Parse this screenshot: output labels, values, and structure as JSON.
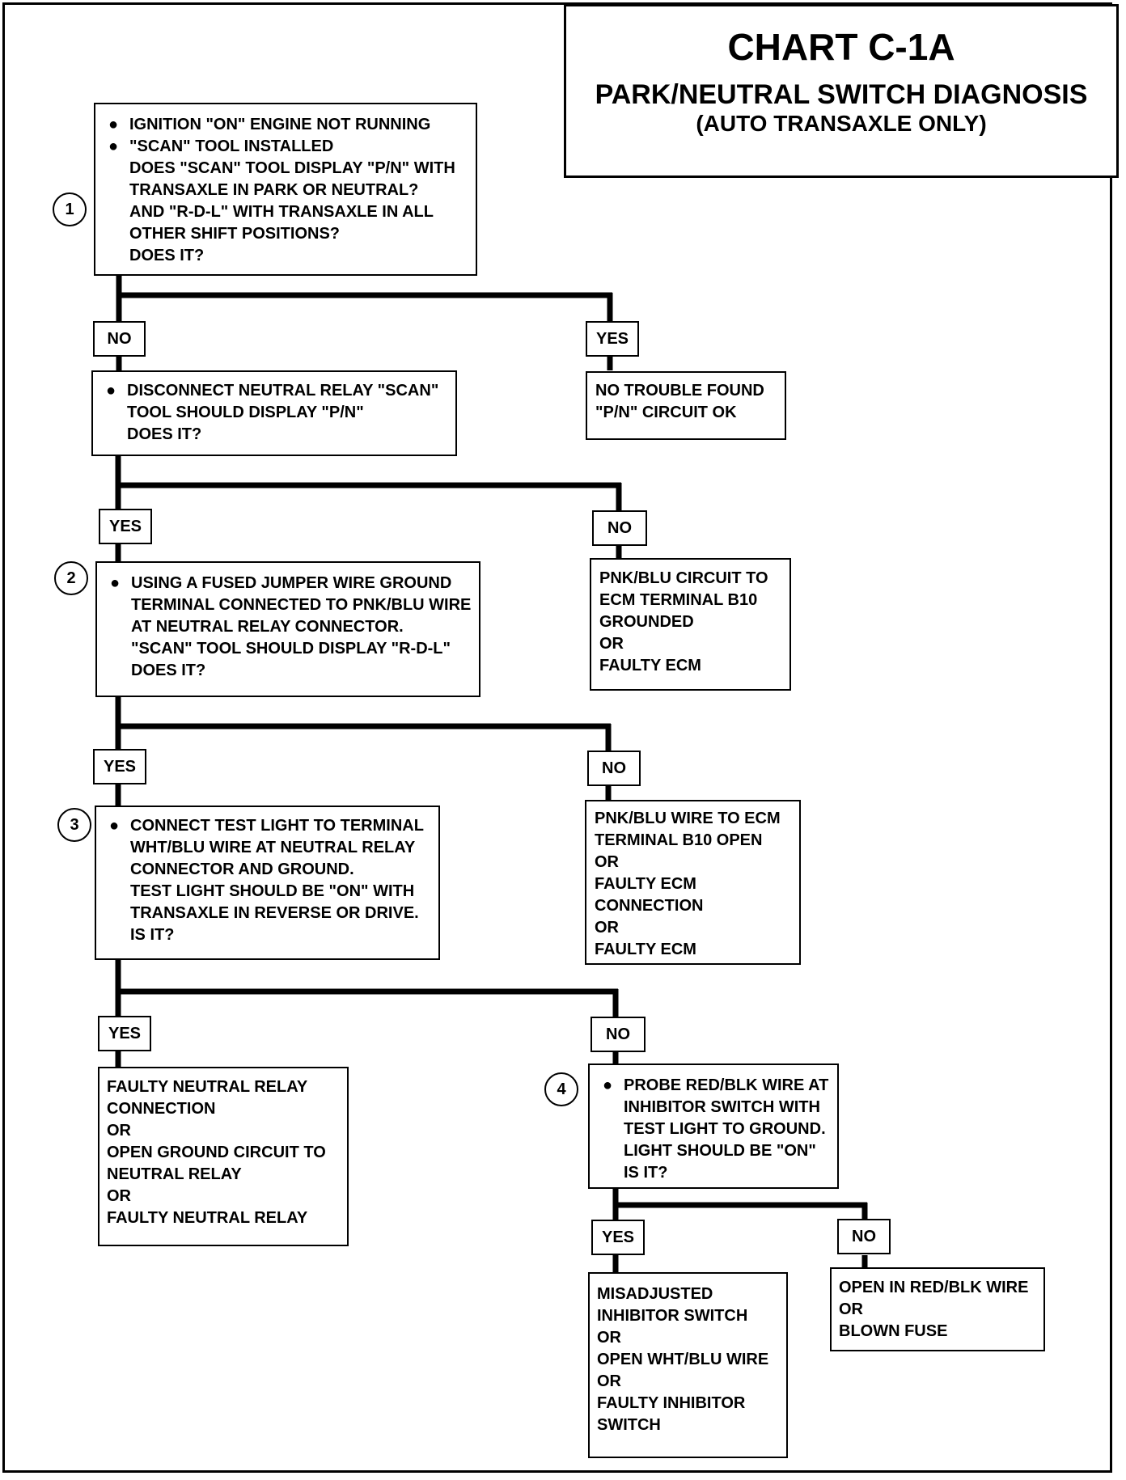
{
  "title": {
    "chart": "CHART C-1A",
    "heading": "PARK/NEUTRAL SWITCH DIAGNOSIS",
    "subheading": "(AUTO TRANSAXLE ONLY)"
  },
  "steps": {
    "s1": "1",
    "s2": "2",
    "s3": "3",
    "s4": "4"
  },
  "nodes": {
    "q1": {
      "lines": [
        "IGNITION \"ON\" ENGINE NOT RUNNING",
        "\"SCAN\" TOOL INSTALLED",
        "DOES \"SCAN\" TOOL DISPLAY \"P/N\" WITH",
        "TRANSAXLE IN PARK OR NEUTRAL?",
        "AND \"R-D-L\" WITH TRANSAXLE IN ALL",
        "OTHER SHIFT POSITIONS?",
        "DOES IT?"
      ]
    },
    "r1_yes": {
      "lines": [
        "NO TROUBLE FOUND",
        "\"P/N\" CIRCUIT OK"
      ]
    },
    "q2": {
      "lines": [
        "DISCONNECT NEUTRAL RELAY \"SCAN\"",
        "TOOL SHOULD DISPLAY \"P/N\"",
        "DOES IT?"
      ]
    },
    "r2_no": {
      "lines": [
        "PNK/BLU CIRCUIT TO",
        "ECM TERMINAL B10",
        "GROUNDED",
        "OR",
        "FAULTY ECM"
      ]
    },
    "q3": {
      "lines": [
        "USING A FUSED JUMPER WIRE GROUND",
        "TERMINAL CONNECTED TO PNK/BLU WIRE",
        "AT NEUTRAL RELAY CONNECTOR.",
        "\"SCAN\" TOOL SHOULD DISPLAY \"R-D-L\"",
        "DOES IT?"
      ]
    },
    "r3_no": {
      "lines": [
        "PNK/BLU WIRE TO ECM",
        "TERMINAL B10 OPEN",
        "OR",
        "FAULTY ECM",
        "CONNECTION",
        "OR",
        "FAULTY ECM"
      ]
    },
    "q4": {
      "lines": [
        "CONNECT TEST LIGHT TO TERMINAL",
        "WHT/BLU WIRE AT NEUTRAL RELAY",
        "CONNECTOR AND GROUND.",
        "TEST LIGHT SHOULD BE \"ON\" WITH",
        "TRANSAXLE IN REVERSE OR DRIVE.",
        "IS IT?"
      ]
    },
    "r4_yes": {
      "lines": [
        "FAULTY NEUTRAL RELAY",
        "CONNECTION",
        "OR",
        "OPEN GROUND CIRCUIT TO",
        "NEUTRAL RELAY",
        "OR",
        "FAULTY NEUTRAL RELAY"
      ]
    },
    "q5": {
      "lines": [
        "PROBE RED/BLK WIRE AT",
        "INHIBITOR SWITCH WITH",
        "TEST LIGHT TO GROUND.",
        "LIGHT SHOULD BE \"ON\"",
        "IS IT?"
      ]
    },
    "r5_yes": {
      "lines": [
        "MISADJUSTED",
        "INHIBITOR SWITCH",
        "OR",
        "OPEN WHT/BLU WIRE",
        "OR",
        "FAULTY INHIBITOR",
        "SWITCH"
      ]
    },
    "r5_no": {
      "lines": [
        "OPEN IN RED/BLK WIRE",
        "OR",
        "BLOWN FUSE"
      ]
    }
  },
  "labels": {
    "l1_no": "NO",
    "l1_yes": "YES",
    "l2_yes": "YES",
    "l2_no": "NO",
    "l3_yes": "YES",
    "l3_no": "NO",
    "l4_yes": "YES",
    "l4_no": "NO",
    "l5_yes": "YES",
    "l5_no": "NO"
  }
}
